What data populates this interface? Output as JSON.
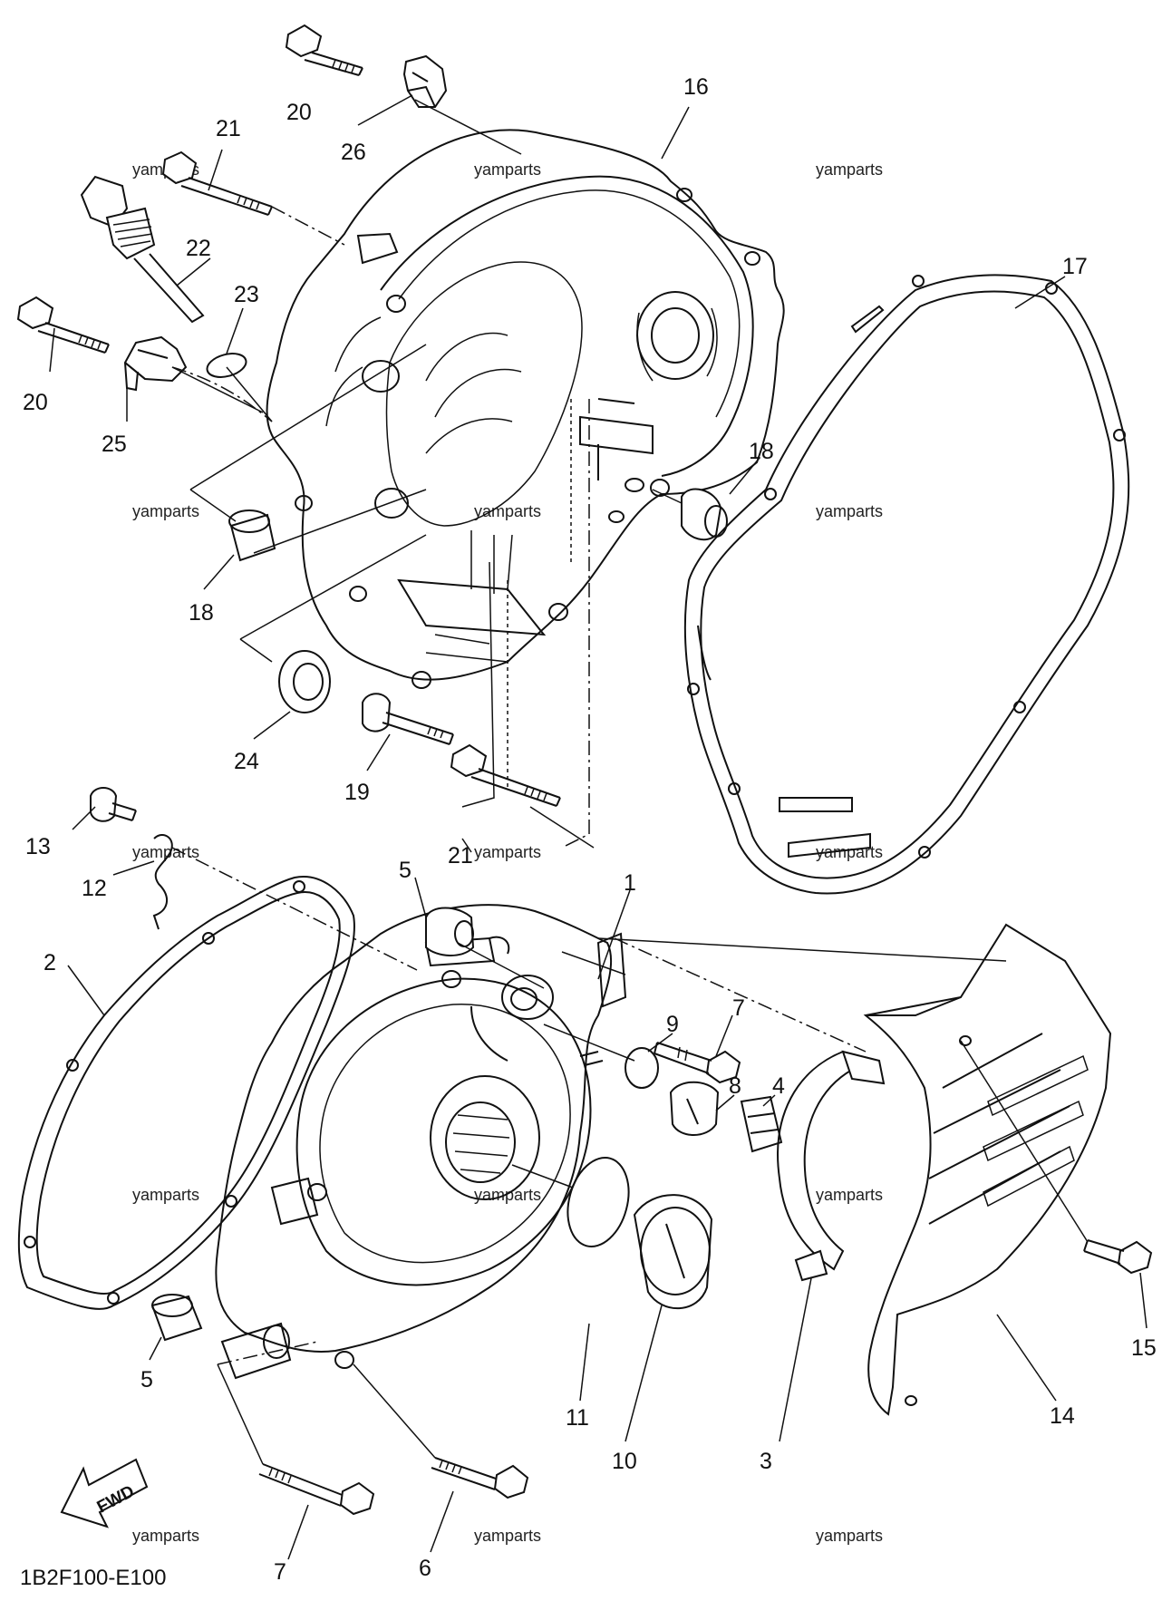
{
  "diagram_code": "1B2F100-E100",
  "watermark": "yamparts",
  "fwd_label": "FWD",
  "callouts": [
    {
      "id": "label-20-top",
      "text": "20"
    },
    {
      "id": "label-26",
      "text": "26"
    },
    {
      "id": "label-16",
      "text": "16"
    },
    {
      "id": "label-21-top",
      "text": "21"
    },
    {
      "id": "label-22",
      "text": "22"
    },
    {
      "id": "label-23",
      "text": "23"
    },
    {
      "id": "label-20-left",
      "text": "20"
    },
    {
      "id": "label-25",
      "text": "25"
    },
    {
      "id": "label-17",
      "text": "17"
    },
    {
      "id": "label-18-right",
      "text": "18"
    },
    {
      "id": "label-18-left",
      "text": "18"
    },
    {
      "id": "label-24",
      "text": "24"
    },
    {
      "id": "label-19",
      "text": "19"
    },
    {
      "id": "label-13",
      "text": "13"
    },
    {
      "id": "label-12",
      "text": "12"
    },
    {
      "id": "label-21-mid",
      "text": "21"
    },
    {
      "id": "label-5-top",
      "text": "5"
    },
    {
      "id": "label-1",
      "text": "1"
    },
    {
      "id": "label-2",
      "text": "2"
    },
    {
      "id": "label-7-right",
      "text": "7"
    },
    {
      "id": "label-9",
      "text": "9"
    },
    {
      "id": "label-8",
      "text": "8"
    },
    {
      "id": "label-4",
      "text": "4"
    },
    {
      "id": "label-15",
      "text": "15"
    },
    {
      "id": "label-5-bottom",
      "text": "5"
    },
    {
      "id": "label-11",
      "text": "11"
    },
    {
      "id": "label-10",
      "text": "10"
    },
    {
      "id": "label-3",
      "text": "3"
    },
    {
      "id": "label-14",
      "text": "14"
    },
    {
      "id": "label-7-bottom",
      "text": "7"
    },
    {
      "id": "label-6",
      "text": "6"
    }
  ]
}
